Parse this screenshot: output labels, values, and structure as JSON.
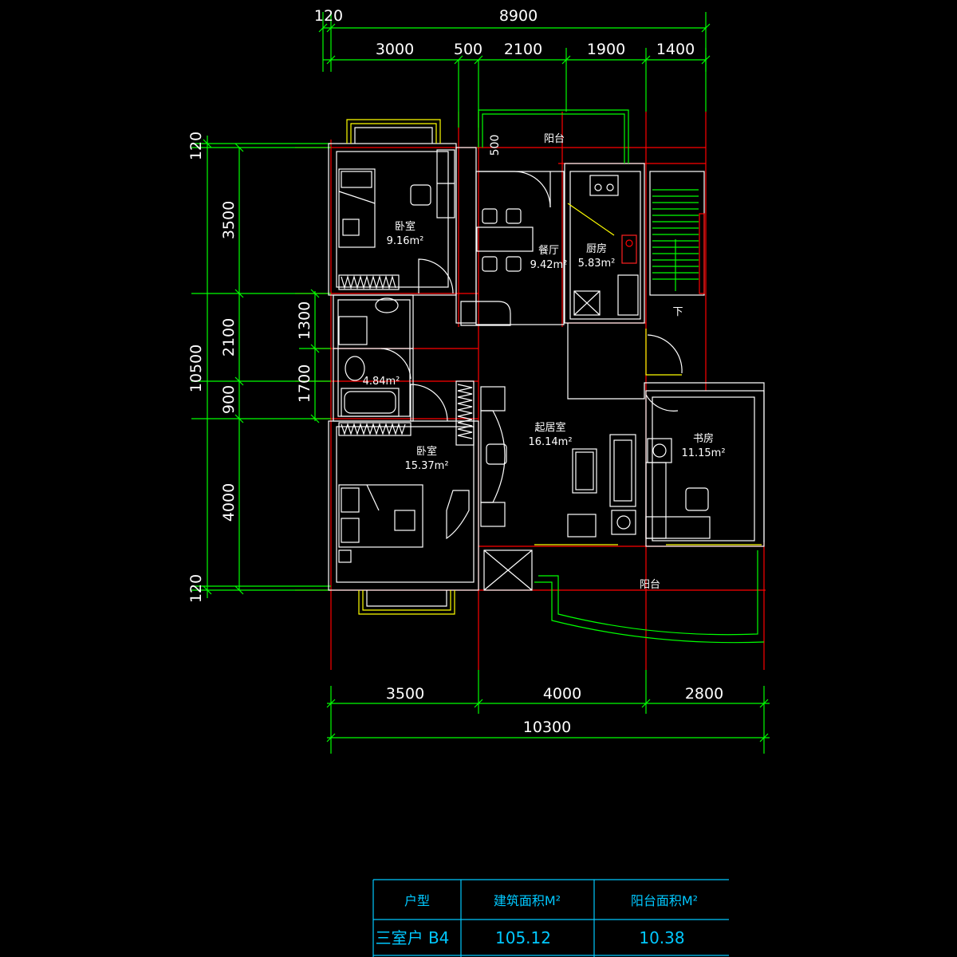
{
  "dimensions": {
    "top_overall": "8900",
    "top_offset": "120",
    "top_segments": [
      "3000",
      "500",
      "2100",
      "1900",
      "1400"
    ],
    "left_overall": "10500",
    "left_top_offset": "120",
    "left_bottom_offset": "120",
    "left_segments": [
      "3500",
      "2100",
      "900",
      "4000"
    ],
    "inner_left_segments": [
      "1300",
      "1700"
    ],
    "balcony_depth": "500",
    "bottom_segments": [
      "3500",
      "4000",
      "2800"
    ],
    "bottom_overall": "10300"
  },
  "rooms": {
    "bedroom1_name": "卧室",
    "bedroom1_area": "9.16m²",
    "dining_name": "餐厅",
    "dining_area": "9.42m²",
    "kitchen_name": "厨房",
    "kitchen_area": "5.83m²",
    "bath_area": "4.84m²",
    "bedroom2_name": "卧室",
    "bedroom2_area": "15.37m²",
    "living_name": "起居室",
    "living_area": "16.14m²",
    "study_name": "书房",
    "study_area": "11.15m²",
    "balcony_top": "阳台",
    "balcony_bottom": "阳台",
    "stair_down": "下"
  },
  "table": {
    "headers": [
      "户型",
      "建筑面积M²",
      "阳台面积M²"
    ],
    "row": [
      "三室户 B4",
      "105.12",
      "10.38"
    ]
  },
  "colors": {
    "background": "#000000",
    "dimension_lines": "#00ff00",
    "axis_lines": "#ff0000",
    "walls": "#ffffff",
    "windows": "#ffff00",
    "table": "#00c8ff"
  }
}
